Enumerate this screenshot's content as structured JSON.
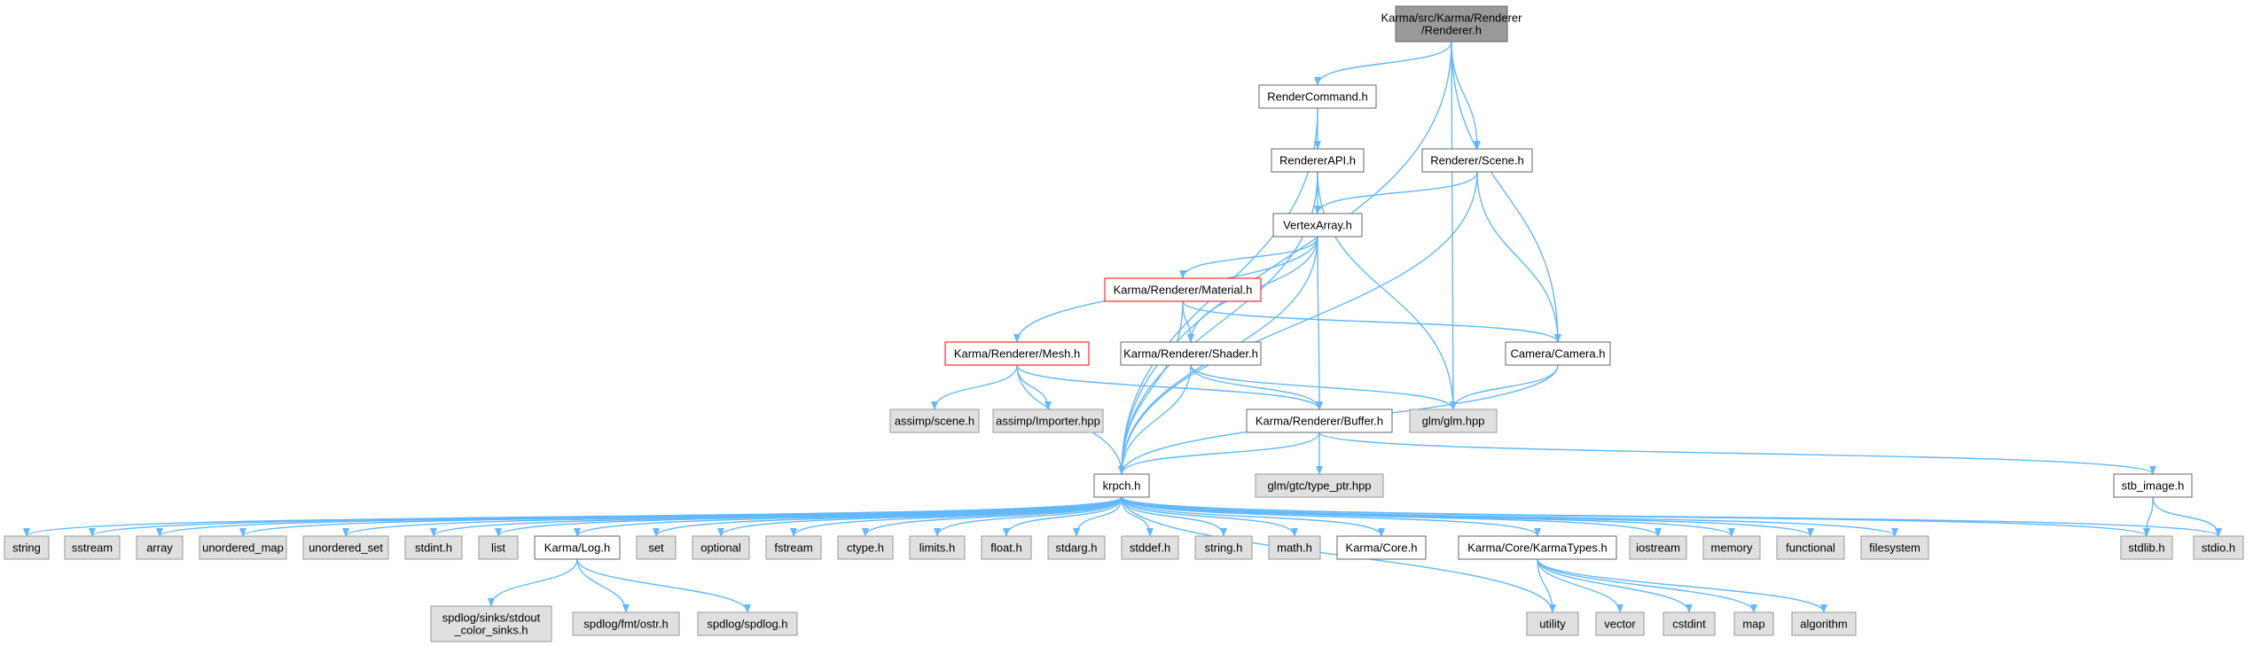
{
  "colors": {
    "edge": "#63b8ff",
    "root_fill": "#999999",
    "normal_fill": "#ffffff",
    "system_fill": "#e0e0e0",
    "border": "#666666",
    "system_border": "#999999",
    "highlight_border": "#ff0000"
  },
  "nodes": [
    {
      "id": "renderer_h",
      "lines": [
        "Karma/src/Karma/Renderer",
        "/Renderer.h"
      ],
      "style": "root"
    },
    {
      "id": "rendercommand_h",
      "lines": [
        "RenderCommand.h"
      ],
      "style": "normal"
    },
    {
      "id": "rendererapi_h",
      "lines": [
        "RendererAPI.h"
      ],
      "style": "normal"
    },
    {
      "id": "renderer_scene_h",
      "lines": [
        "Renderer/Scene.h"
      ],
      "style": "normal"
    },
    {
      "id": "vertexarray_h",
      "lines": [
        "VertexArray.h"
      ],
      "style": "normal"
    },
    {
      "id": "material_h",
      "lines": [
        "Karma/Renderer/Material.h"
      ],
      "style": "highlight"
    },
    {
      "id": "mesh_h",
      "lines": [
        "Karma/Renderer/Mesh.h"
      ],
      "style": "highlight"
    },
    {
      "id": "shader_h",
      "lines": [
        "Karma/Renderer/Shader.h"
      ],
      "style": "normal"
    },
    {
      "id": "camera_h",
      "lines": [
        "Camera/Camera.h"
      ],
      "style": "normal"
    },
    {
      "id": "assimp_scene_h",
      "lines": [
        "assimp/scene.h"
      ],
      "style": "system"
    },
    {
      "id": "assimp_importer_hpp",
      "lines": [
        "assimp/Importer.hpp"
      ],
      "style": "system"
    },
    {
      "id": "buffer_h",
      "lines": [
        "Karma/Renderer/Buffer.h"
      ],
      "style": "normal"
    },
    {
      "id": "glm_hpp",
      "lines": [
        "glm/glm.hpp"
      ],
      "style": "system"
    },
    {
      "id": "type_ptr_hpp",
      "lines": [
        "glm/gtc/type_ptr.hpp"
      ],
      "style": "system"
    },
    {
      "id": "krpch_h",
      "lines": [
        "krpch.h"
      ],
      "style": "normal"
    },
    {
      "id": "stb_image_h",
      "lines": [
        "stb_image.h"
      ],
      "style": "normal"
    },
    {
      "id": "string",
      "lines": [
        "string"
      ],
      "style": "system"
    },
    {
      "id": "sstream",
      "lines": [
        "sstream"
      ],
      "style": "system"
    },
    {
      "id": "array",
      "lines": [
        "array"
      ],
      "style": "system"
    },
    {
      "id": "unordered_map",
      "lines": [
        "unordered_map"
      ],
      "style": "system"
    },
    {
      "id": "unordered_set",
      "lines": [
        "unordered_set"
      ],
      "style": "system"
    },
    {
      "id": "stdint_h",
      "lines": [
        "stdint.h"
      ],
      "style": "system"
    },
    {
      "id": "list",
      "lines": [
        "list"
      ],
      "style": "system"
    },
    {
      "id": "karma_log_h",
      "lines": [
        "Karma/Log.h"
      ],
      "style": "normal"
    },
    {
      "id": "set",
      "lines": [
        "set"
      ],
      "style": "system"
    },
    {
      "id": "optional",
      "lines": [
        "optional"
      ],
      "style": "system"
    },
    {
      "id": "fstream",
      "lines": [
        "fstream"
      ],
      "style": "system"
    },
    {
      "id": "ctype_h",
      "lines": [
        "ctype.h"
      ],
      "style": "system"
    },
    {
      "id": "limits_h",
      "lines": [
        "limits.h"
      ],
      "style": "system"
    },
    {
      "id": "float_h",
      "lines": [
        "float.h"
      ],
      "style": "system"
    },
    {
      "id": "stdarg_h",
      "lines": [
        "stdarg.h"
      ],
      "style": "system"
    },
    {
      "id": "stddef_h",
      "lines": [
        "stddef.h"
      ],
      "style": "system"
    },
    {
      "id": "string_h",
      "lines": [
        "string.h"
      ],
      "style": "system"
    },
    {
      "id": "math_h",
      "lines": [
        "math.h"
      ],
      "style": "system"
    },
    {
      "id": "karma_core_h",
      "lines": [
        "Karma/Core.h"
      ],
      "style": "normal"
    },
    {
      "id": "karmatypes_h",
      "lines": [
        "Karma/Core/KarmaTypes.h"
      ],
      "style": "normal"
    },
    {
      "id": "iostream",
      "lines": [
        "iostream"
      ],
      "style": "system"
    },
    {
      "id": "memory",
      "lines": [
        "memory"
      ],
      "style": "system"
    },
    {
      "id": "functional",
      "lines": [
        "functional"
      ],
      "style": "system"
    },
    {
      "id": "filesystem",
      "lines": [
        "filesystem"
      ],
      "style": "system"
    },
    {
      "id": "stdlib_h",
      "lines": [
        "stdlib.h"
      ],
      "style": "system"
    },
    {
      "id": "stdio_h",
      "lines": [
        "stdio.h"
      ],
      "style": "system"
    },
    {
      "id": "spdlog_stdout",
      "lines": [
        "spdlog/sinks/stdout",
        "_color_sinks.h"
      ],
      "style": "system"
    },
    {
      "id": "spdlog_ostr",
      "lines": [
        "spdlog/fmt/ostr.h"
      ],
      "style": "system"
    },
    {
      "id": "spdlog_spdlog",
      "lines": [
        "spdlog/spdlog.h"
      ],
      "style": "system"
    },
    {
      "id": "utility",
      "lines": [
        "utility"
      ],
      "style": "system"
    },
    {
      "id": "vector",
      "lines": [
        "vector"
      ],
      "style": "system"
    },
    {
      "id": "cstdint",
      "lines": [
        "cstdint"
      ],
      "style": "system"
    },
    {
      "id": "map",
      "lines": [
        "map"
      ],
      "style": "system"
    },
    {
      "id": "algorithm",
      "lines": [
        "algorithm"
      ],
      "style": "system"
    }
  ],
  "edges": [
    [
      "renderer_h",
      "rendercommand_h"
    ],
    [
      "renderer_h",
      "renderer_scene_h"
    ],
    [
      "renderer_h",
      "camera_h"
    ],
    [
      "renderer_h",
      "glm_hpp"
    ],
    [
      "renderer_h",
      "krpch_h"
    ],
    [
      "rendercommand_h",
      "rendererapi_h"
    ],
    [
      "rendercommand_h",
      "krpch_h"
    ],
    [
      "rendererapi_h",
      "vertexarray_h"
    ],
    [
      "rendererapi_h",
      "glm_hpp"
    ],
    [
      "rendererapi_h",
      "krpch_h"
    ],
    [
      "renderer_scene_h",
      "vertexarray_h"
    ],
    [
      "renderer_scene_h",
      "camera_h"
    ],
    [
      "renderer_scene_h",
      "krpch_h"
    ],
    [
      "vertexarray_h",
      "material_h"
    ],
    [
      "vertexarray_h",
      "mesh_h"
    ],
    [
      "vertexarray_h",
      "shader_h"
    ],
    [
      "vertexarray_h",
      "buffer_h"
    ],
    [
      "vertexarray_h",
      "krpch_h"
    ],
    [
      "material_h",
      "shader_h"
    ],
    [
      "material_h",
      "camera_h"
    ],
    [
      "material_h",
      "krpch_h"
    ],
    [
      "mesh_h",
      "assimp_scene_h"
    ],
    [
      "mesh_h",
      "assimp_importer_hpp"
    ],
    [
      "mesh_h",
      "buffer_h"
    ],
    [
      "mesh_h",
      "krpch_h"
    ],
    [
      "shader_h",
      "buffer_h"
    ],
    [
      "shader_h",
      "glm_hpp"
    ],
    [
      "shader_h",
      "krpch_h"
    ],
    [
      "camera_h",
      "glm_hpp"
    ],
    [
      "camera_h",
      "krpch_h"
    ],
    [
      "buffer_h",
      "type_ptr_hpp"
    ],
    [
      "buffer_h",
      "krpch_h"
    ],
    [
      "buffer_h",
      "stb_image_h"
    ],
    [
      "stb_image_h",
      "stdlib_h"
    ],
    [
      "stb_image_h",
      "stdio_h"
    ],
    [
      "krpch_h",
      "string"
    ],
    [
      "krpch_h",
      "sstream"
    ],
    [
      "krpch_h",
      "array"
    ],
    [
      "krpch_h",
      "unordered_map"
    ],
    [
      "krpch_h",
      "unordered_set"
    ],
    [
      "krpch_h",
      "stdint_h"
    ],
    [
      "krpch_h",
      "list"
    ],
    [
      "krpch_h",
      "karma_log_h"
    ],
    [
      "krpch_h",
      "set"
    ],
    [
      "krpch_h",
      "optional"
    ],
    [
      "krpch_h",
      "fstream"
    ],
    [
      "krpch_h",
      "ctype_h"
    ],
    [
      "krpch_h",
      "limits_h"
    ],
    [
      "krpch_h",
      "float_h"
    ],
    [
      "krpch_h",
      "stdarg_h"
    ],
    [
      "krpch_h",
      "stddef_h"
    ],
    [
      "krpch_h",
      "string_h"
    ],
    [
      "krpch_h",
      "math_h"
    ],
    [
      "krpch_h",
      "karma_core_h"
    ],
    [
      "krpch_h",
      "utility"
    ],
    [
      "krpch_h",
      "karmatypes_h"
    ],
    [
      "krpch_h",
      "iostream"
    ],
    [
      "krpch_h",
      "memory"
    ],
    [
      "krpch_h",
      "functional"
    ],
    [
      "krpch_h",
      "filesystem"
    ],
    [
      "krpch_h",
      "stdlib_h"
    ],
    [
      "krpch_h",
      "stdio_h"
    ],
    [
      "karma_log_h",
      "spdlog_stdout"
    ],
    [
      "karma_log_h",
      "spdlog_ostr"
    ],
    [
      "karma_log_h",
      "spdlog_spdlog"
    ],
    [
      "karmatypes_h",
      "utility"
    ],
    [
      "karmatypes_h",
      "vector"
    ],
    [
      "karmatypes_h",
      "cstdint"
    ],
    [
      "karmatypes_h",
      "map"
    ],
    [
      "karmatypes_h",
      "algorithm"
    ]
  ]
}
